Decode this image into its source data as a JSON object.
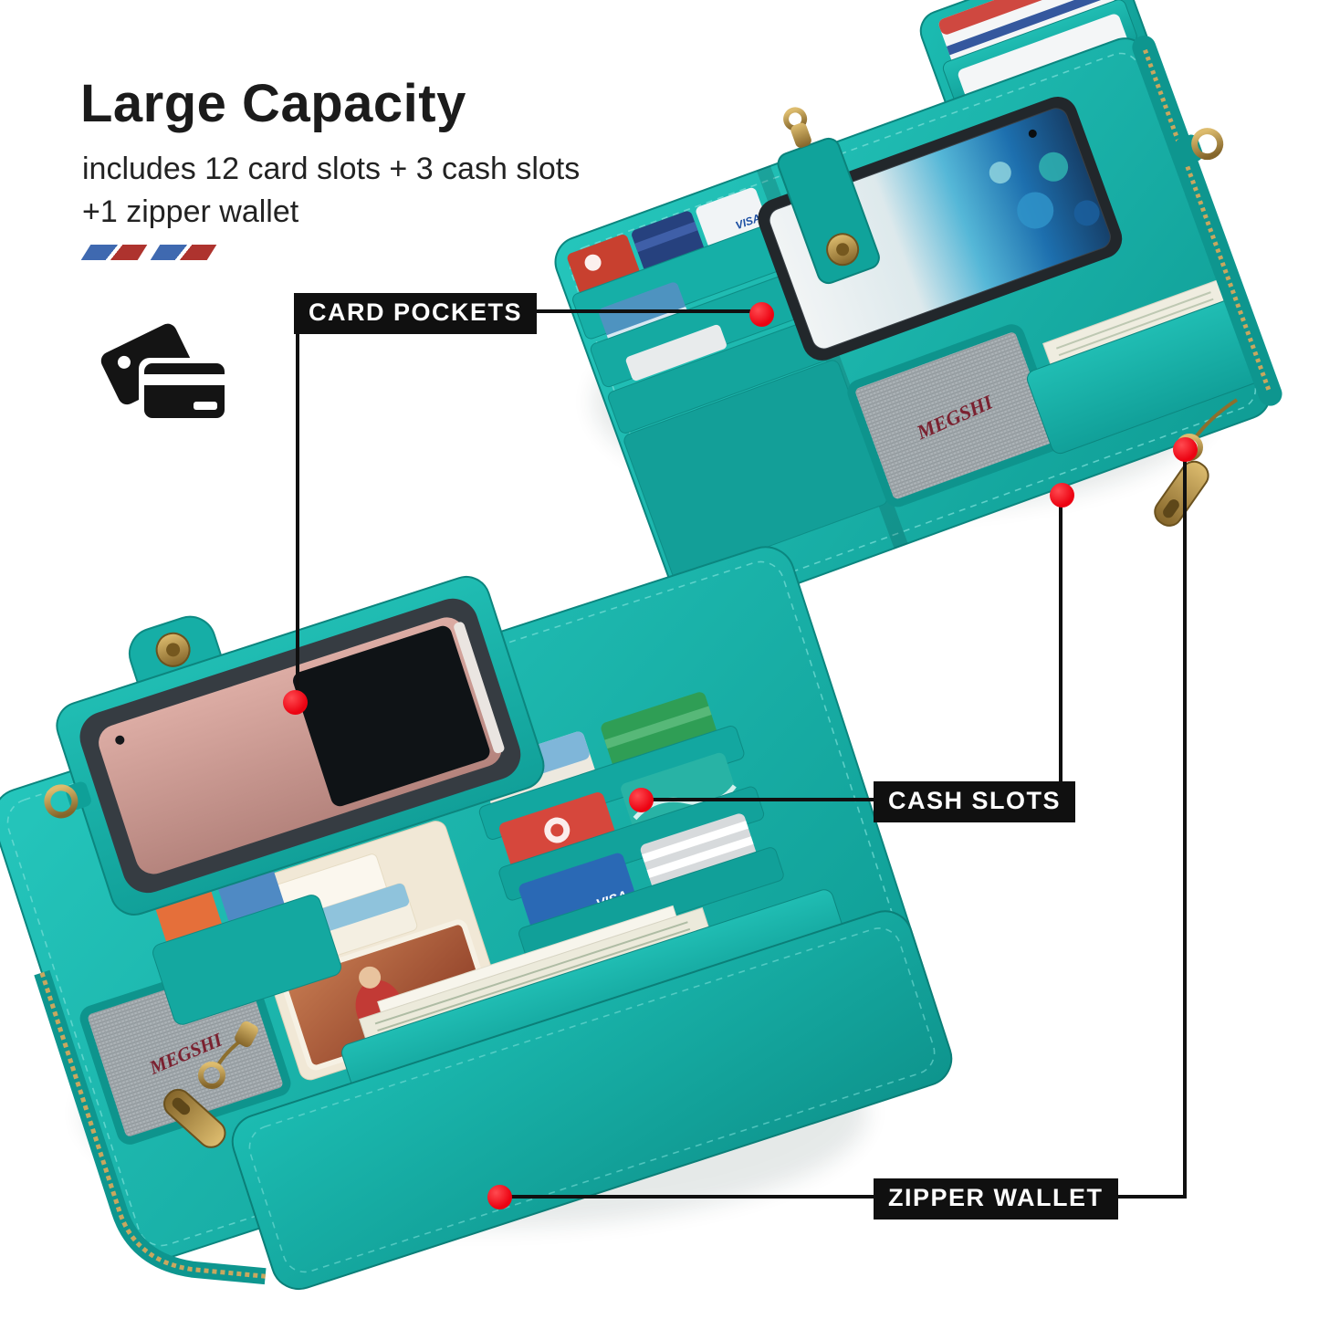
{
  "header": {
    "title": "Large Capacity",
    "subtitle_line1": "includes 12 card slots + 3 cash slots",
    "subtitle_line2": "+1 zipper wallet"
  },
  "callouts": {
    "card_pockets": "CARD POCKETS",
    "cash_slots": "CASH SLOTS",
    "zipper_wallet": "ZIPPER WALLET"
  },
  "product": {
    "brand_logo": "MEGSHI",
    "card_brand": "VISA"
  },
  "colors": {
    "wallet_teal": "#14b0a6",
    "callout_marker_red": "#ec0312",
    "label_background": "#101010",
    "label_text": "#ffffff",
    "brass_hardware": "#b08d3f",
    "stripe_blue": "#3f69b0",
    "stripe_red": "#ae332e"
  }
}
